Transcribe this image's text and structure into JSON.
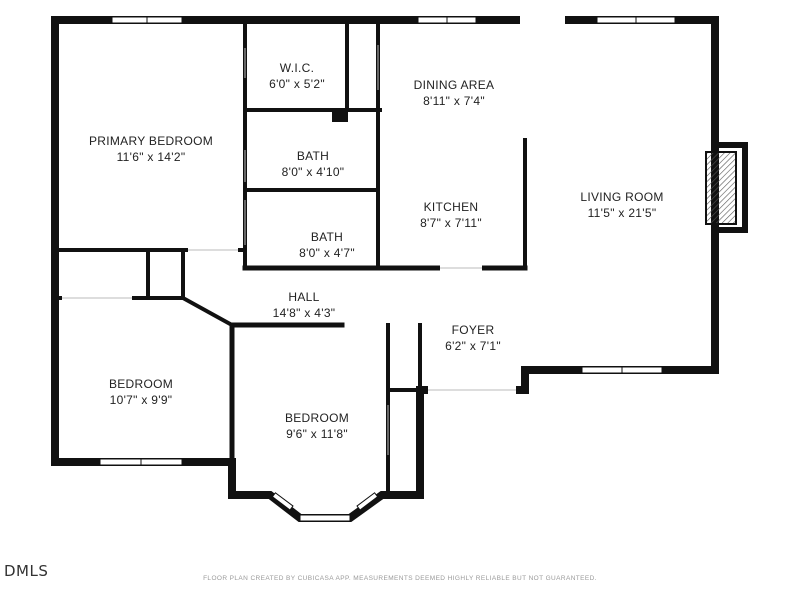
{
  "rooms": {
    "primary_bedroom": {
      "name": "PRIMARY BEDROOM",
      "dim": "11'6\" x 14'2\""
    },
    "wic": {
      "name": "W.I.C.",
      "dim": "6'0\" x 5'2\""
    },
    "bath1": {
      "name": "BATH",
      "dim": "8'0\" x 4'10\""
    },
    "bath2": {
      "name": "BATH",
      "dim": "8'0\" x 4'7\""
    },
    "dining_area": {
      "name": "DINING AREA",
      "dim": "8'11\" x 7'4\""
    },
    "kitchen": {
      "name": "KITCHEN",
      "dim": "8'7\" x 7'11\""
    },
    "living_room": {
      "name": "LIVING ROOM",
      "dim": "11'5\" x 21'5\""
    },
    "hall": {
      "name": "HALL",
      "dim": "14'8\" x 4'3\""
    },
    "foyer": {
      "name": "FOYER",
      "dim": "6'2\" x 7'1\""
    },
    "bedroom1": {
      "name": "BEDROOM",
      "dim": "10'7\" x 9'9\""
    },
    "bedroom2": {
      "name": "BEDROOM",
      "dim": "9'6\" x 11'8\""
    }
  },
  "logo": "DMLS",
  "footer_note": "FLOOR PLAN CREATED BY CUBICASA APP. MEASUREMENTS DEEMED HIGHLY RELIABLE BUT NOT GUARANTEED.",
  "colors": {
    "wall": "#111111",
    "window": "#ffffff",
    "text": "#222222",
    "fireplace": "#555555"
  }
}
